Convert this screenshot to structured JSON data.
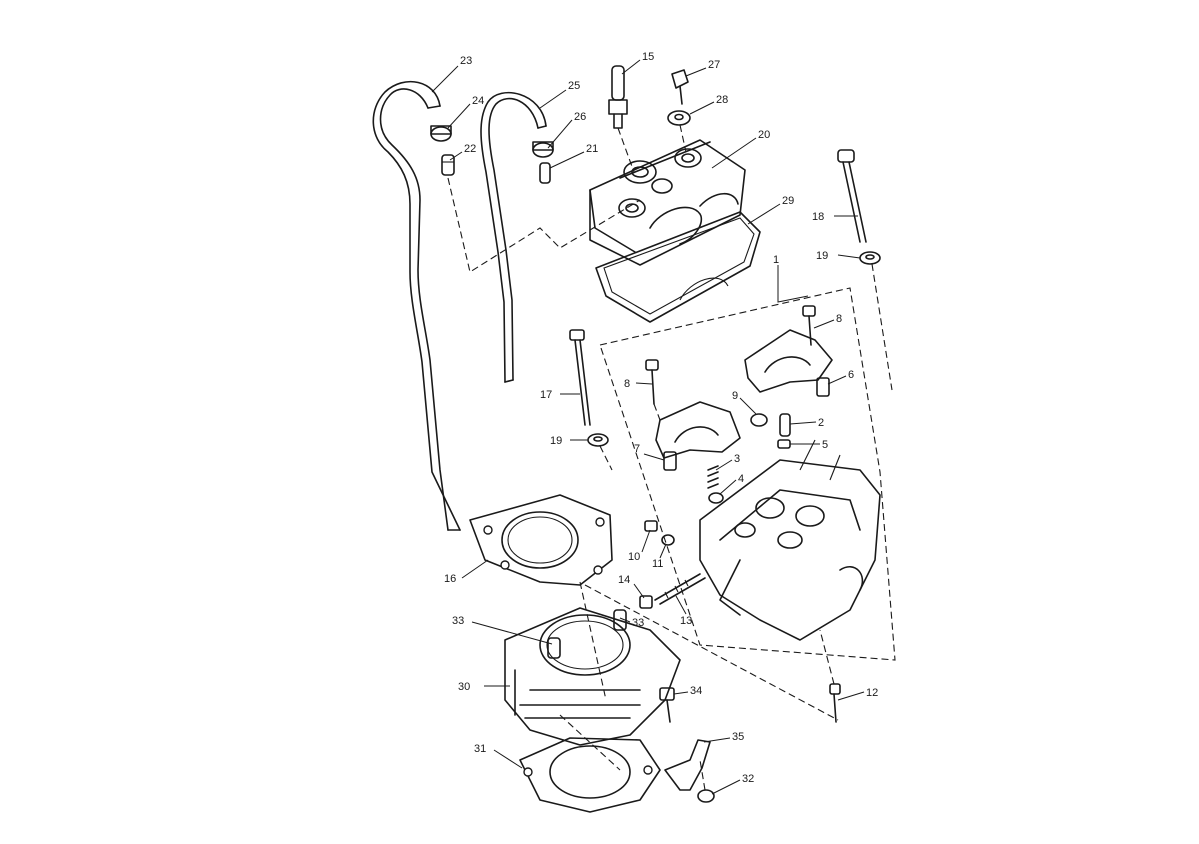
{
  "diagram": {
    "type": "exploded-parts-diagram",
    "callouts": [
      {
        "id": "c23",
        "label": "23"
      },
      {
        "id": "c24",
        "label": "24"
      },
      {
        "id": "c22",
        "label": "22"
      },
      {
        "id": "c25",
        "label": "25"
      },
      {
        "id": "c26",
        "label": "26"
      },
      {
        "id": "c21",
        "label": "21"
      },
      {
        "id": "c15",
        "label": "15"
      },
      {
        "id": "c27",
        "label": "27"
      },
      {
        "id": "c28",
        "label": "28"
      },
      {
        "id": "c20",
        "label": "20"
      },
      {
        "id": "c29",
        "label": "29"
      },
      {
        "id": "c18",
        "label": "18"
      },
      {
        "id": "c19a",
        "label": "19"
      },
      {
        "id": "c1",
        "label": "1"
      },
      {
        "id": "c8a",
        "label": "8"
      },
      {
        "id": "c6",
        "label": "6"
      },
      {
        "id": "c8b",
        "label": "8"
      },
      {
        "id": "c9",
        "label": "9"
      },
      {
        "id": "c2",
        "label": "2"
      },
      {
        "id": "c5",
        "label": "5"
      },
      {
        "id": "c17",
        "label": "17"
      },
      {
        "id": "c19b",
        "label": "19"
      },
      {
        "id": "c7",
        "label": "7"
      },
      {
        "id": "c3",
        "label": "3"
      },
      {
        "id": "c4",
        "label": "4"
      },
      {
        "id": "c10",
        "label": "10"
      },
      {
        "id": "c11",
        "label": "11"
      },
      {
        "id": "c16",
        "label": "16"
      },
      {
        "id": "c14",
        "label": "14"
      },
      {
        "id": "c13",
        "label": "13"
      },
      {
        "id": "c33a",
        "label": "33"
      },
      {
        "id": "c33b",
        "label": "33"
      },
      {
        "id": "c30",
        "label": "30"
      },
      {
        "id": "c34",
        "label": "34"
      },
      {
        "id": "c12",
        "label": "12"
      },
      {
        "id": "c35",
        "label": "35"
      },
      {
        "id": "c31",
        "label": "31"
      },
      {
        "id": "c32",
        "label": "32"
      }
    ]
  }
}
